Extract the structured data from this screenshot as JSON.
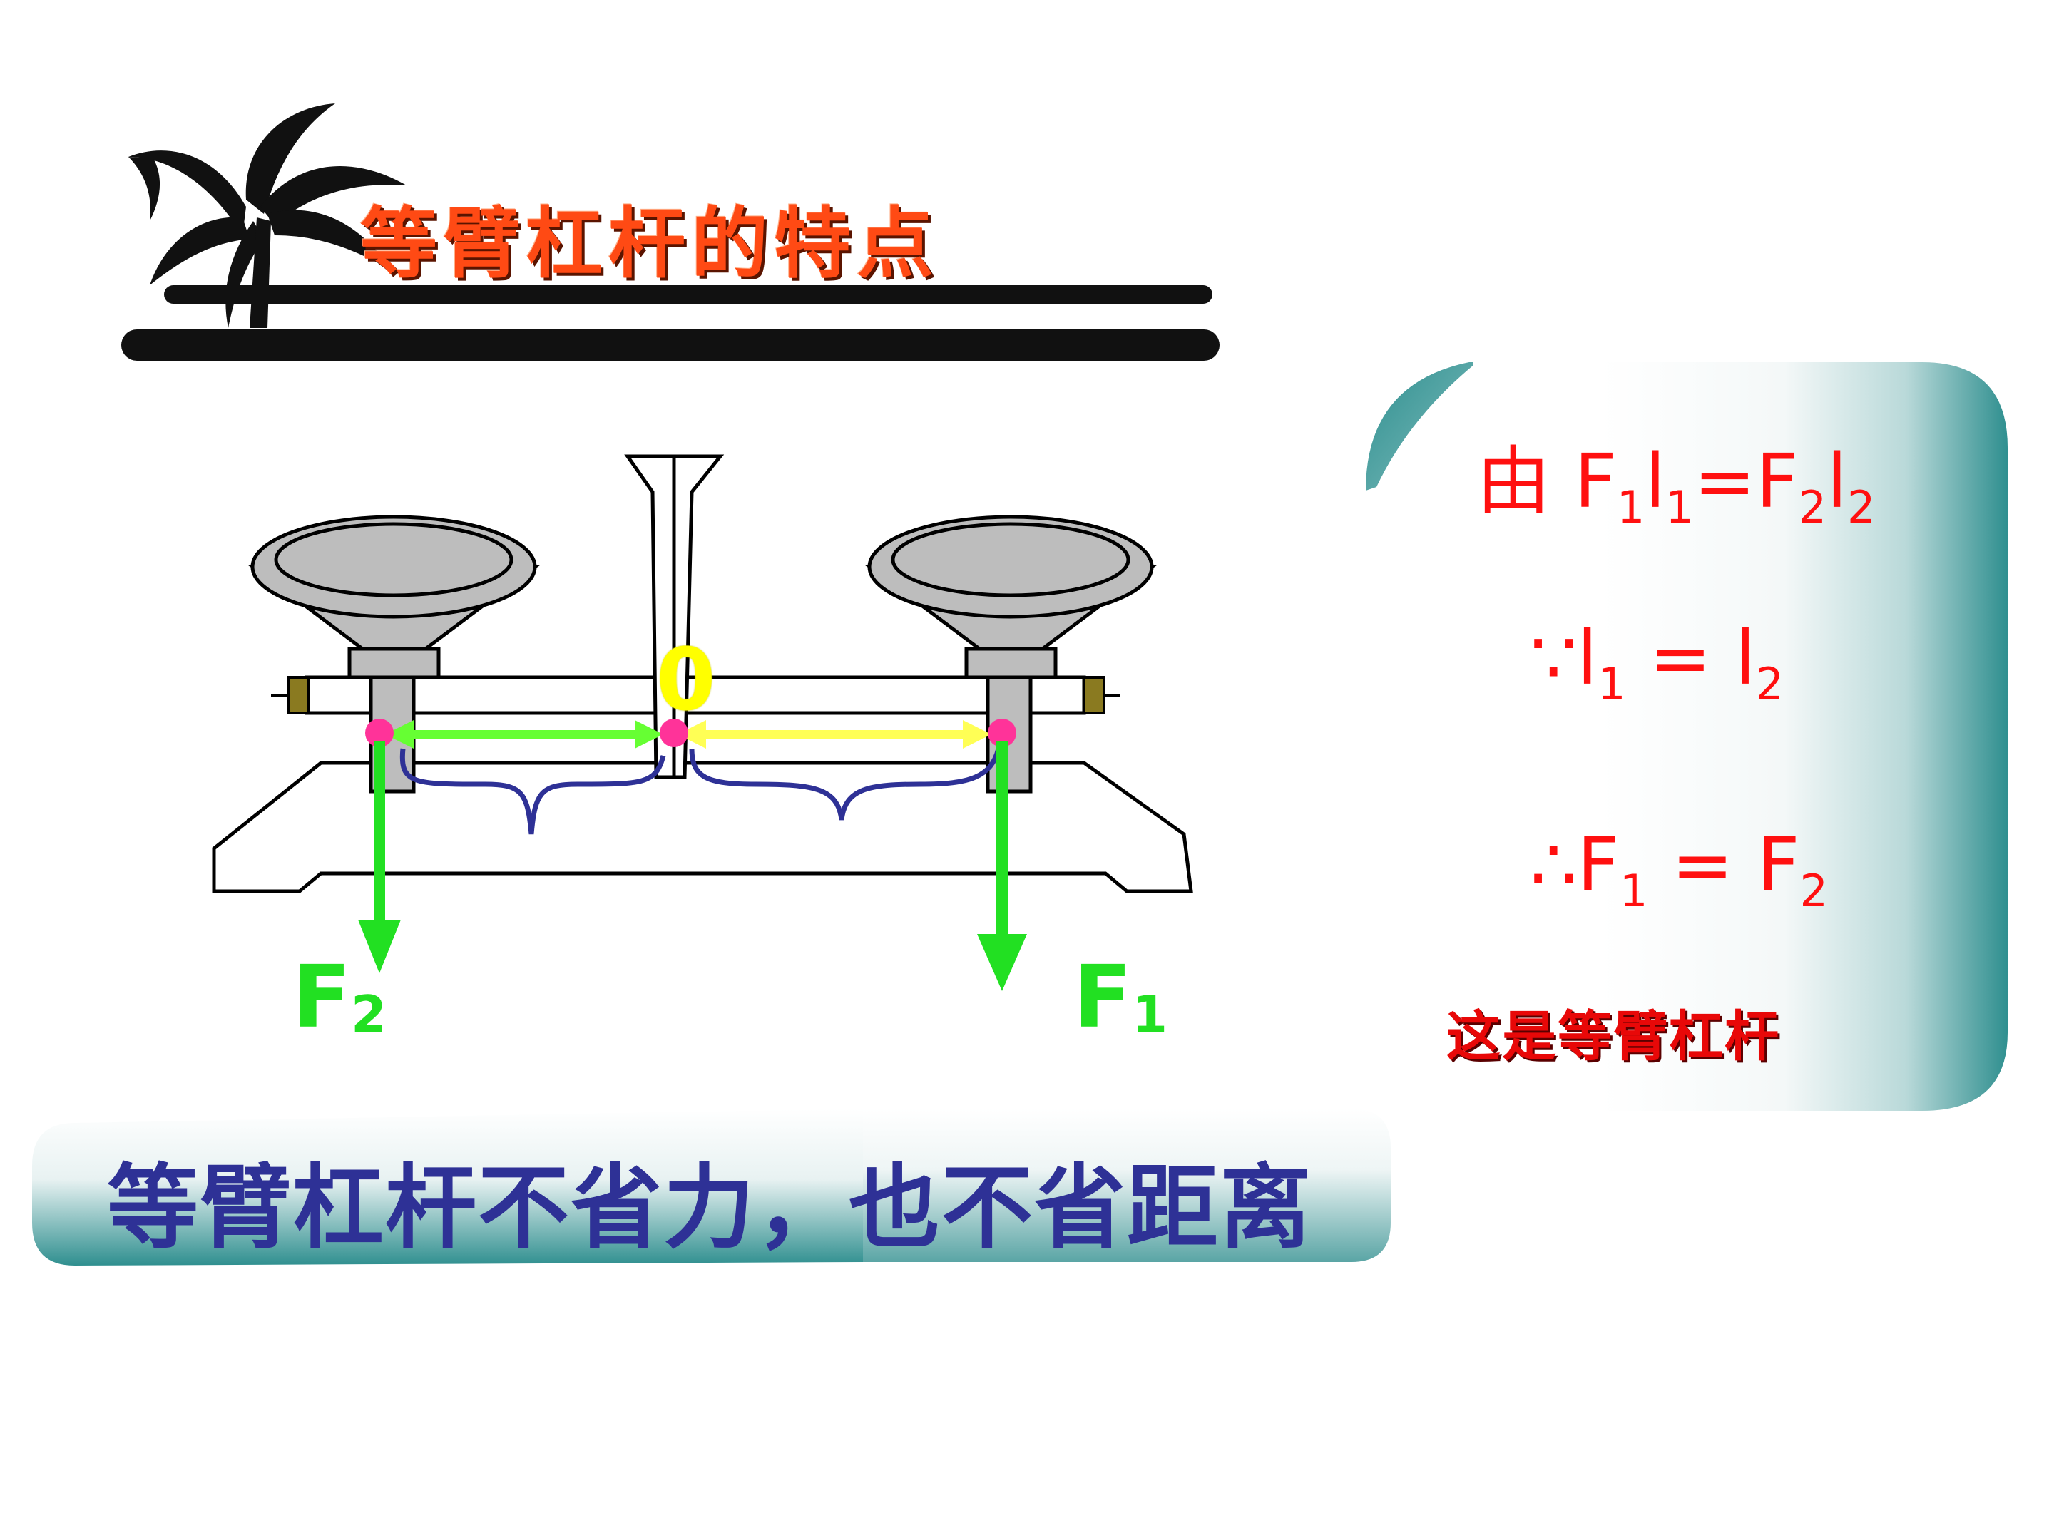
{
  "title": "等臂杠杆的特点",
  "diagram": {
    "fulcrum_label": "0",
    "force_left": {
      "main": "F",
      "sub": "2"
    },
    "force_right": {
      "main": "F",
      "sub": "1"
    }
  },
  "right_panel": {
    "eq1": {
      "prefix": "由 ",
      "a": "F",
      "a_sub": "1",
      "b": "l",
      "b_sub": "1",
      "eq": "=",
      "c": "F",
      "c_sub": "2",
      "d": "l",
      "d_sub": "2"
    },
    "eq2": {
      "prefix": "∵l",
      "a_sub": "1",
      "mid": " = l",
      "b_sub": "2"
    },
    "eq3": {
      "prefix": "∴F",
      "a_sub": "1",
      "mid": " = F",
      "b_sub": "2"
    },
    "conclusion": "这是等臂杠杆"
  },
  "banner_text": "等臂杠杆不省力，也不省距离",
  "colors": {
    "title": "#ff4a14",
    "equations": "#ff1010",
    "banner_text": "#2e3196",
    "force_arrows": "#22e022",
    "fulcrum": "#ffff00",
    "teal_gradient": "#2f8f8f"
  }
}
